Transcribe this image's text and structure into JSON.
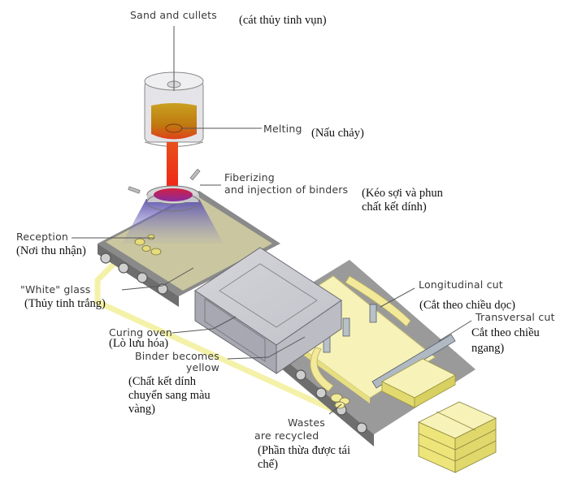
{
  "diagram": {
    "title": "Glass wool production process",
    "labels": {
      "sand": {
        "en": "Sand and cullets",
        "vi": "(cát thủy tinh vụn)"
      },
      "melting": {
        "en": "Melting",
        "vi": "(Nấu chảy)"
      },
      "fiberizing": {
        "en_line1": "Fiberizing",
        "en_line2": "and injection of binders",
        "vi_line1": "(Kéo sợi và phun",
        "vi_line2": "chất kết dính)"
      },
      "reception": {
        "en": "Reception",
        "vi": "(Nơi thu nhận)"
      },
      "white_glass": {
        "en": "\"White\" glass",
        "vi": "(Thủy tinh trắng)"
      },
      "curing_oven": {
        "en": "Curing oven",
        "vi": "(Lò lưu hóa)"
      },
      "binder_yellow": {
        "en_line1": "Binder becomes",
        "en_line2": "yellow",
        "vi_line1": "(Chất kết dính",
        "vi_line2": "chuyển sang màu",
        "vi_line3": "vàng)"
      },
      "wastes": {
        "en_line1": "Wastes",
        "en_line2": "are recycled",
        "vi_line1": "(Phần thừa được tái",
        "vi_line2": "chế)"
      },
      "longitudinal": {
        "en": "Longitudinal cut",
        "vi": "(Cắt theo chiều dọc)"
      },
      "transversal": {
        "en": "Transversal cut",
        "vi_line1": "Cắt theo chiều",
        "vi_line2": "ngang)"
      }
    },
    "colors": {
      "melt": "#c98a10",
      "stream": "#e8341a",
      "fiber_cone": "#6a62b8",
      "white_glass": "#c9c6a0",
      "yellow_wool": "#f7f3b8",
      "oven": "#b9b9c2",
      "leader_line": "#555555"
    }
  }
}
